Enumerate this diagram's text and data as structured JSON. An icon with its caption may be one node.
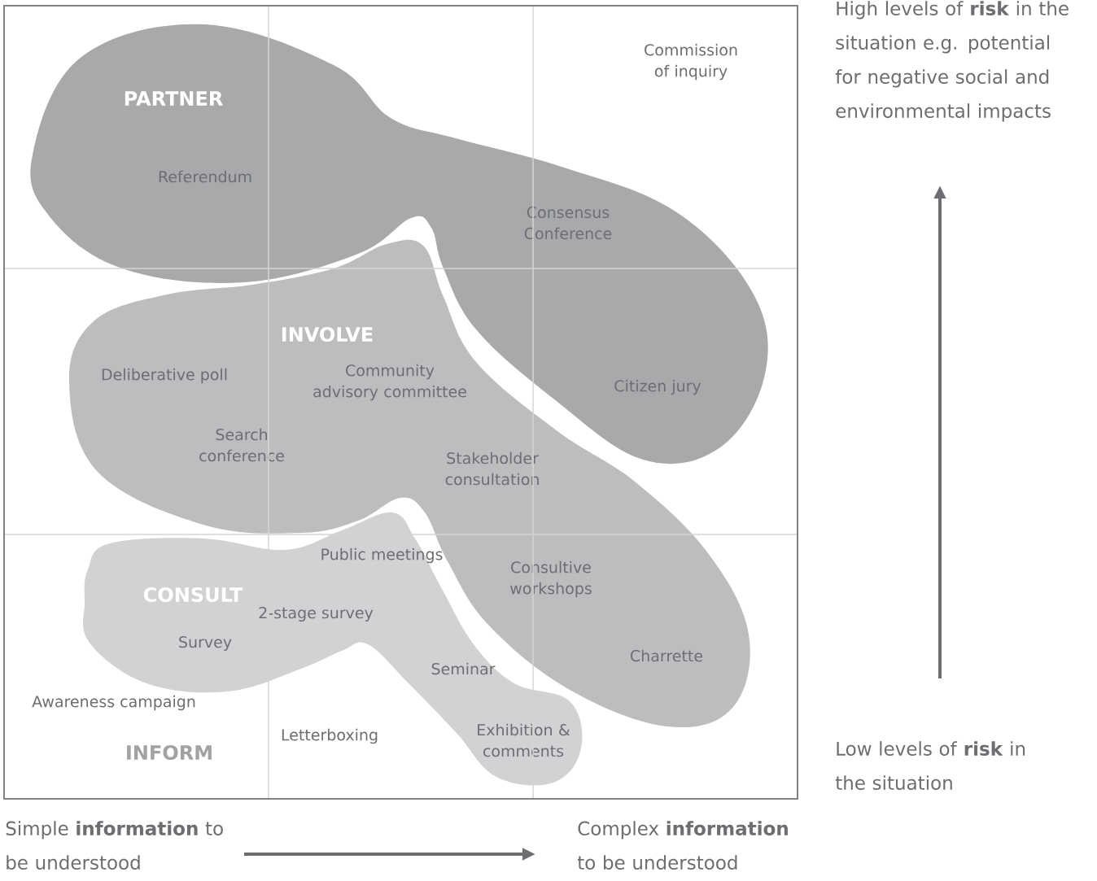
{
  "diagram": {
    "nodes": [
      {
        "text": [
          "PARTNER",
          "Referendum",
          "Consensus Conference",
          "Citizen jury"
        ]
      },
      {
        "text": [
          "INVOLVE",
          "Deliberative poll",
          "Community advisory committee",
          "Search conference",
          "Stakeholder consultation",
          "Consultive workshops",
          "Charrette"
        ]
      },
      {
        "text": [
          "CONSULT",
          "Public meetings",
          "2-stage survey",
          "Survey",
          "Seminar",
          "Exhibition & comments"
        ]
      }
    ],
    "labels": [
      "High levels of **risk** in the situation e.g. potential for negative social and environmental impacts",
      "Commission of inquiry",
      "Awareness campaign",
      "Letterboxing",
      "INFORM",
      "Low levels of **risk** in the situation",
      "Simple **information** to be understood",
      "Complex **information** to be understood"
    ]
  }
}
